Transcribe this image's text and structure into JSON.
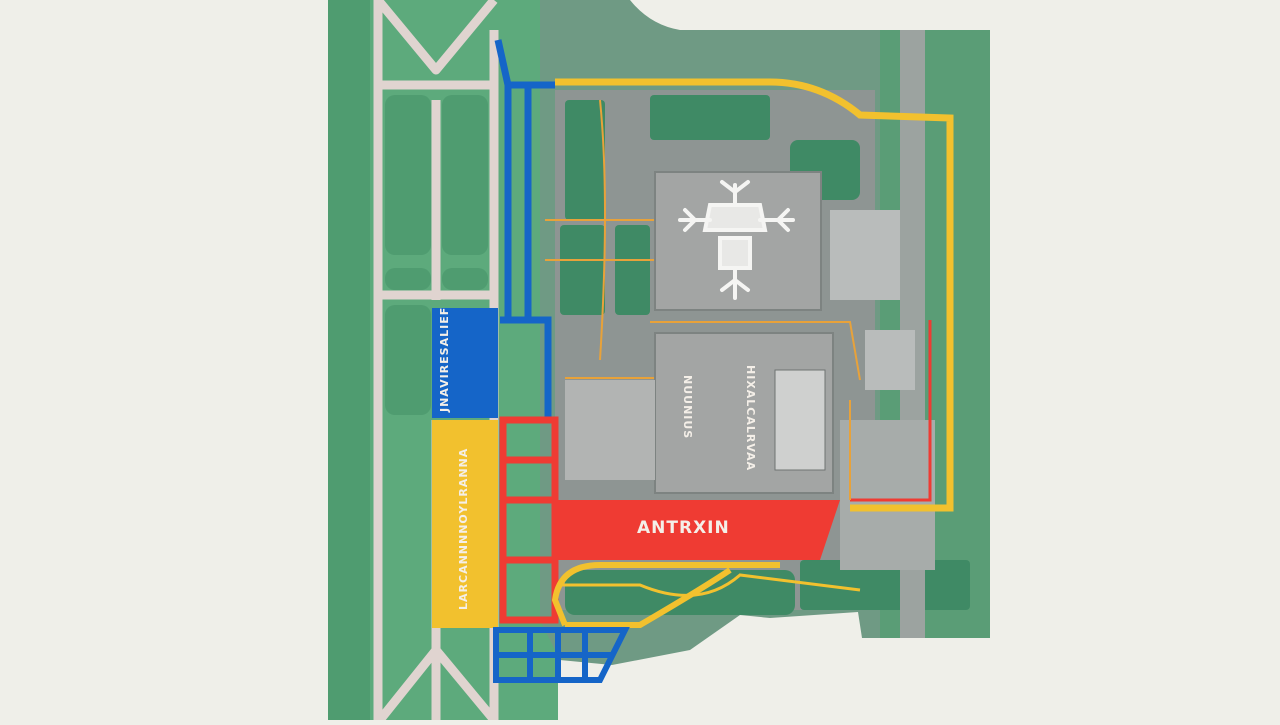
{
  "map": {
    "type": "airport-site-plan",
    "background_color": "#efefe9",
    "colors": {
      "grass": "#5daa7c",
      "dark_grass": "#3f8a65",
      "runway": "#e0d4d0",
      "apron": "#8e9593",
      "terminal": "#a3a5a4",
      "blue_route": "#1565c8",
      "yellow_route": "#f2c12e",
      "red_zone": "#ef3b33"
    },
    "labels": {
      "red_zone_label": "ANTRXIN",
      "blue_zone_label": "JNAVIRESALIEF",
      "yellow_zone_label": "LARCANNNNOYLRANNA",
      "terminal_label_left": "NUUNIUS",
      "terminal_label_right": "HIXALCALRVAA"
    },
    "icons": [
      "aircraft-cluster-icon"
    ]
  }
}
